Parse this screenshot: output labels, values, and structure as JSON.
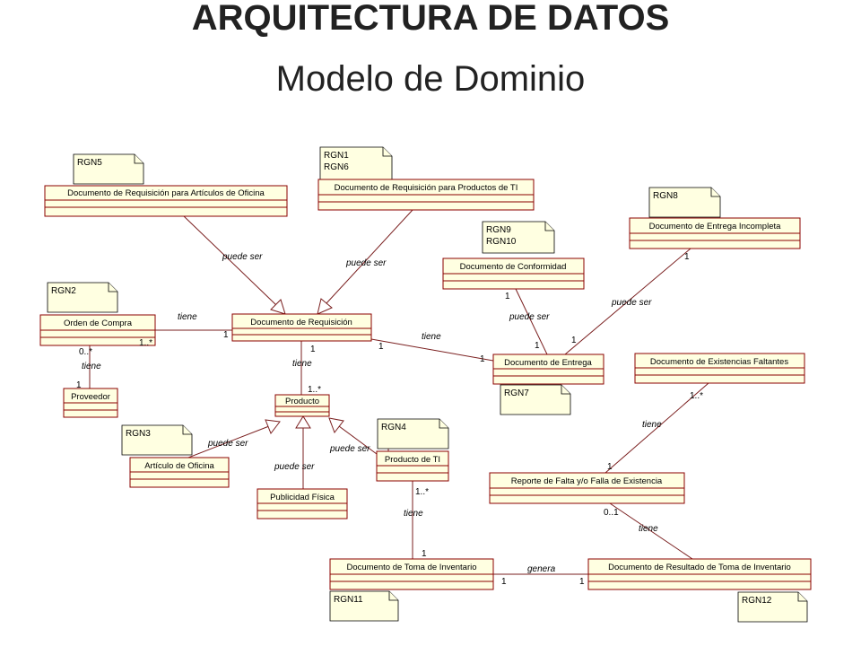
{
  "title": "ARQUITECTURA DE DATOS",
  "subtitle": "Modelo de Dominio",
  "classes": {
    "req_oficina": "Documento de Requisición para Artículos de Oficina",
    "req_ti": "Documento de Requisición para Productos de TI",
    "entrega_incompleta": "Documento de Entrega Incompleta",
    "conformidad": "Documento de Conformidad",
    "orden_compra": "Orden de Compra",
    "requisicion": "Documento de Requisición",
    "entrega": "Documento de Entrega",
    "existencias_faltantes": "Documento de Existencias Faltantes",
    "proveedor": "Proveedor",
    "producto": "Producto",
    "articulo_oficina": "Artículo de Oficina",
    "producto_ti": "Producto de TI",
    "publicidad": "Publicidad Física",
    "reporte_falta": "Reporte de Falta y/o Falla de Existencia",
    "toma_inventario": "Documento de Toma de Inventario",
    "resultado_inventario": "Documento de Resultado de Toma de Inventario"
  },
  "notes": {
    "rgn5": [
      "RGN5"
    ],
    "rgn1_6": [
      "RGN1",
      "RGN6"
    ],
    "rgn8": [
      "RGN8"
    ],
    "rgn9_10": [
      "RGN9",
      "RGN10"
    ],
    "rgn2": [
      "RGN2"
    ],
    "rgn7": [
      "RGN7"
    ],
    "rgn3": [
      "RGN3"
    ],
    "rgn4": [
      "RGN4"
    ],
    "rgn11": [
      "RGN11"
    ],
    "rgn12": [
      "RGN12"
    ]
  },
  "labels": {
    "puede_ser": "puede ser",
    "tiene": "tiene",
    "genera": "genera"
  },
  "multiplicities": {
    "one": "1",
    "one_many": "1..*",
    "zero_many": "0..*",
    "zero_one": "0..1"
  }
}
